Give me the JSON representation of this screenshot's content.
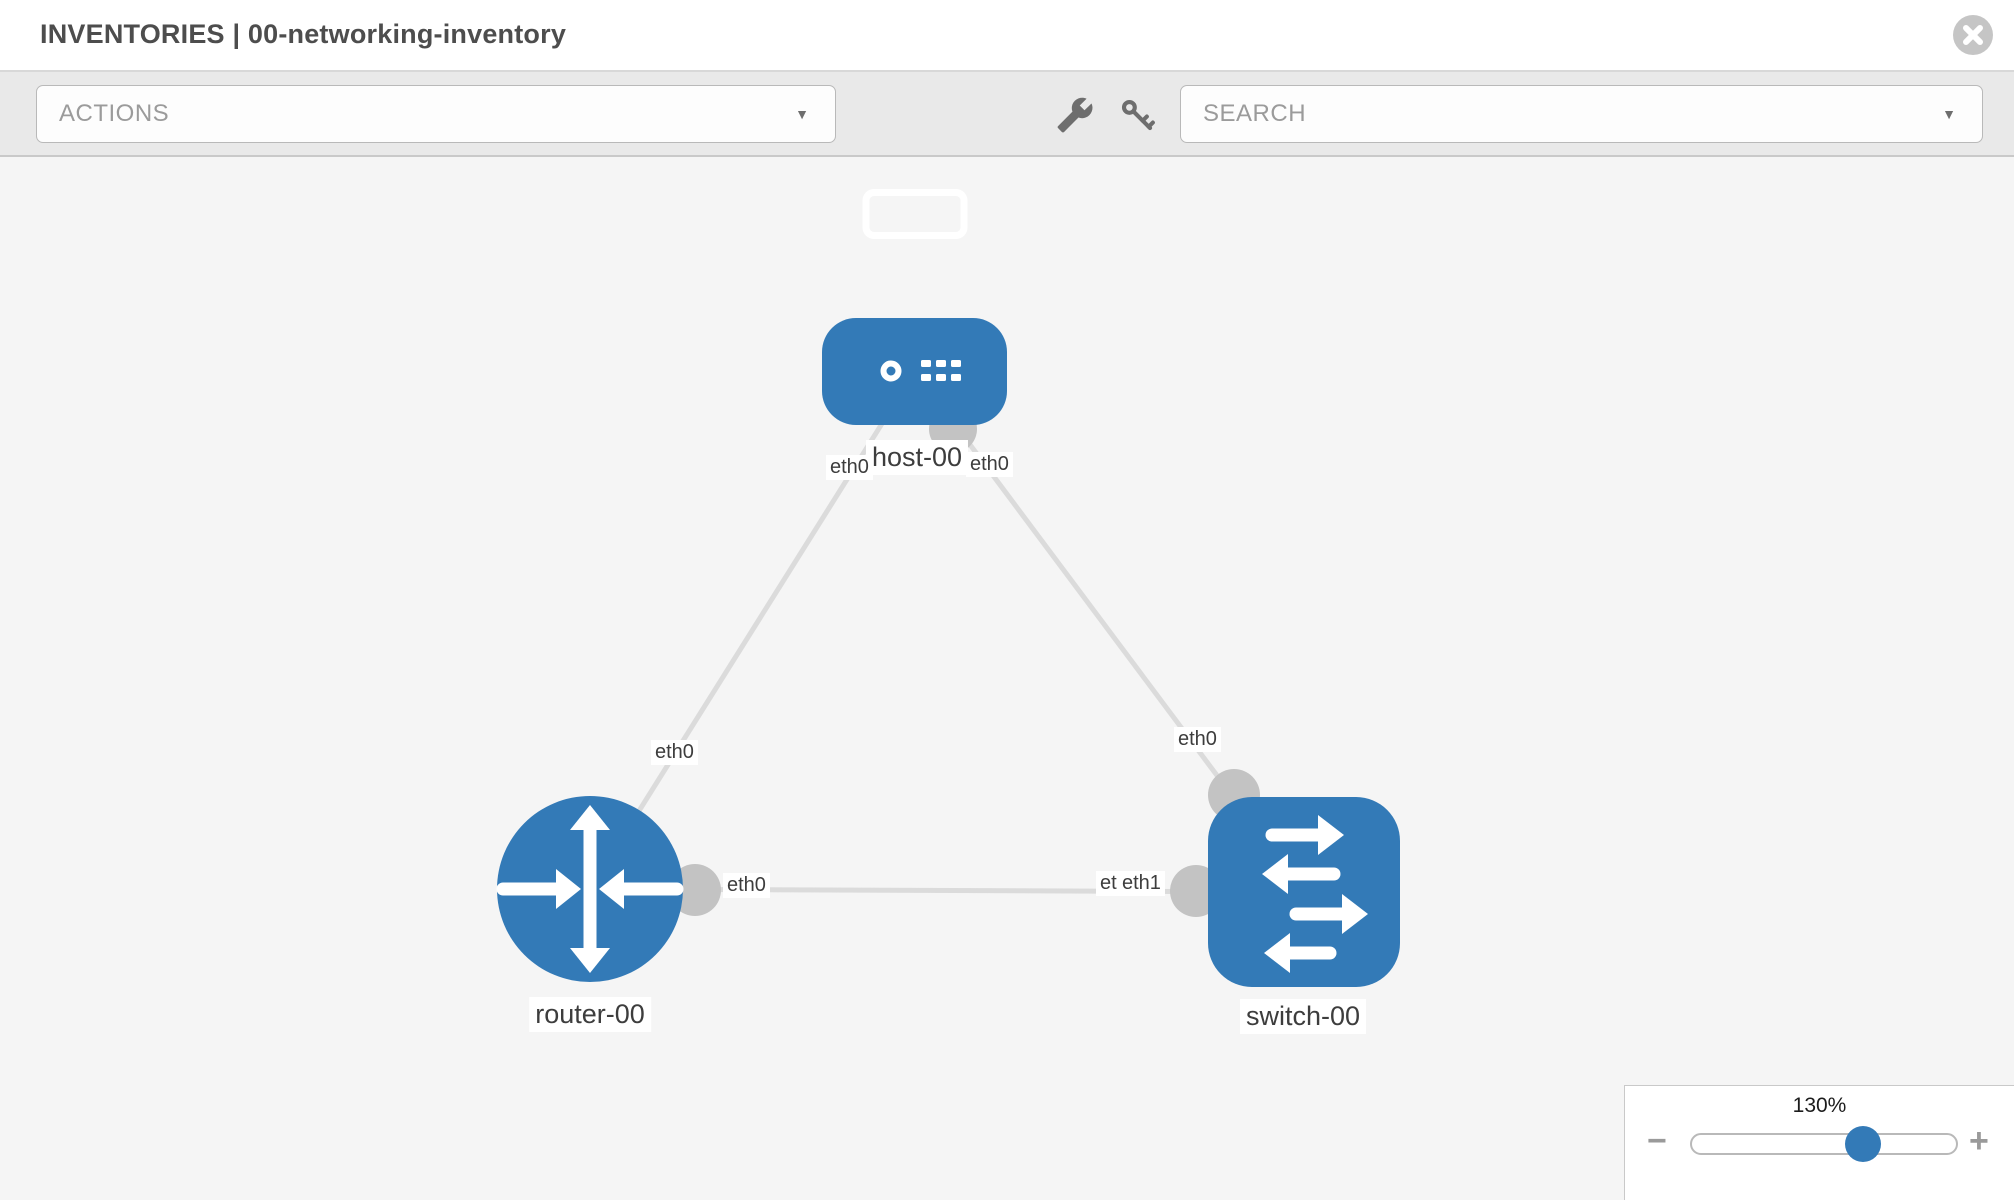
{
  "header": {
    "title": "INVENTORIES | 00-networking-inventory"
  },
  "toolbar": {
    "actions_label": "ACTIONS",
    "search_label": "SEARCH",
    "caret_glyph": "▼"
  },
  "icons": {
    "close": "circle-x-icon",
    "wrench": "wrench-icon",
    "key": "key-icon"
  },
  "diagram": {
    "nodes": [
      {
        "id": "host-00",
        "type": "host",
        "label": "host-00"
      },
      {
        "id": "router-00",
        "type": "router",
        "label": "router-00"
      },
      {
        "id": "switch-00",
        "type": "switch",
        "label": "switch-00"
      }
    ],
    "links": [
      {
        "source": "host-00",
        "target": "router-00",
        "source_interface": "eth0",
        "target_interface": "eth0"
      },
      {
        "source": "host-00",
        "target": "switch-00",
        "source_interface": "eth0",
        "target_interface": "eth0"
      },
      {
        "source": "router-00",
        "target": "switch-00",
        "source_interface": "eth0",
        "target_interface": "eth1",
        "obscured_label": "eth0"
      }
    ],
    "colors": {
      "node_fill": "#337ab7",
      "edge": "#dbdbdb",
      "connector": "#c3c3c3",
      "canvas_bg": "#f5f5f5"
    }
  },
  "zoom_control": {
    "level": "130%",
    "minus_label": "−",
    "plus_label": "+"
  }
}
